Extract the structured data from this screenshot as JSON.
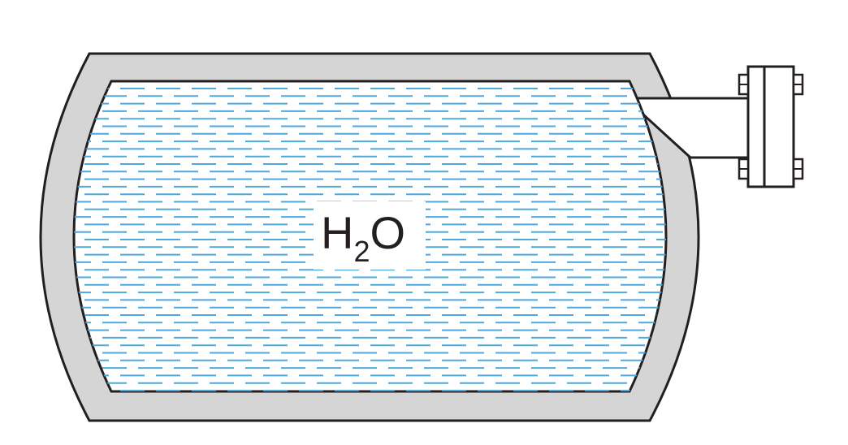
{
  "label": {
    "main": "H",
    "subscript": "2",
    "tail": "O"
  },
  "colors": {
    "shell": "#d5d5d5",
    "outline": "#231f20",
    "water_lines": "#4fa8dc",
    "background": "#ffffff"
  },
  "icons": {
    "tank": "pressure-vessel",
    "nozzle": "flanged-nozzle",
    "bolts": "hex-bolt"
  }
}
